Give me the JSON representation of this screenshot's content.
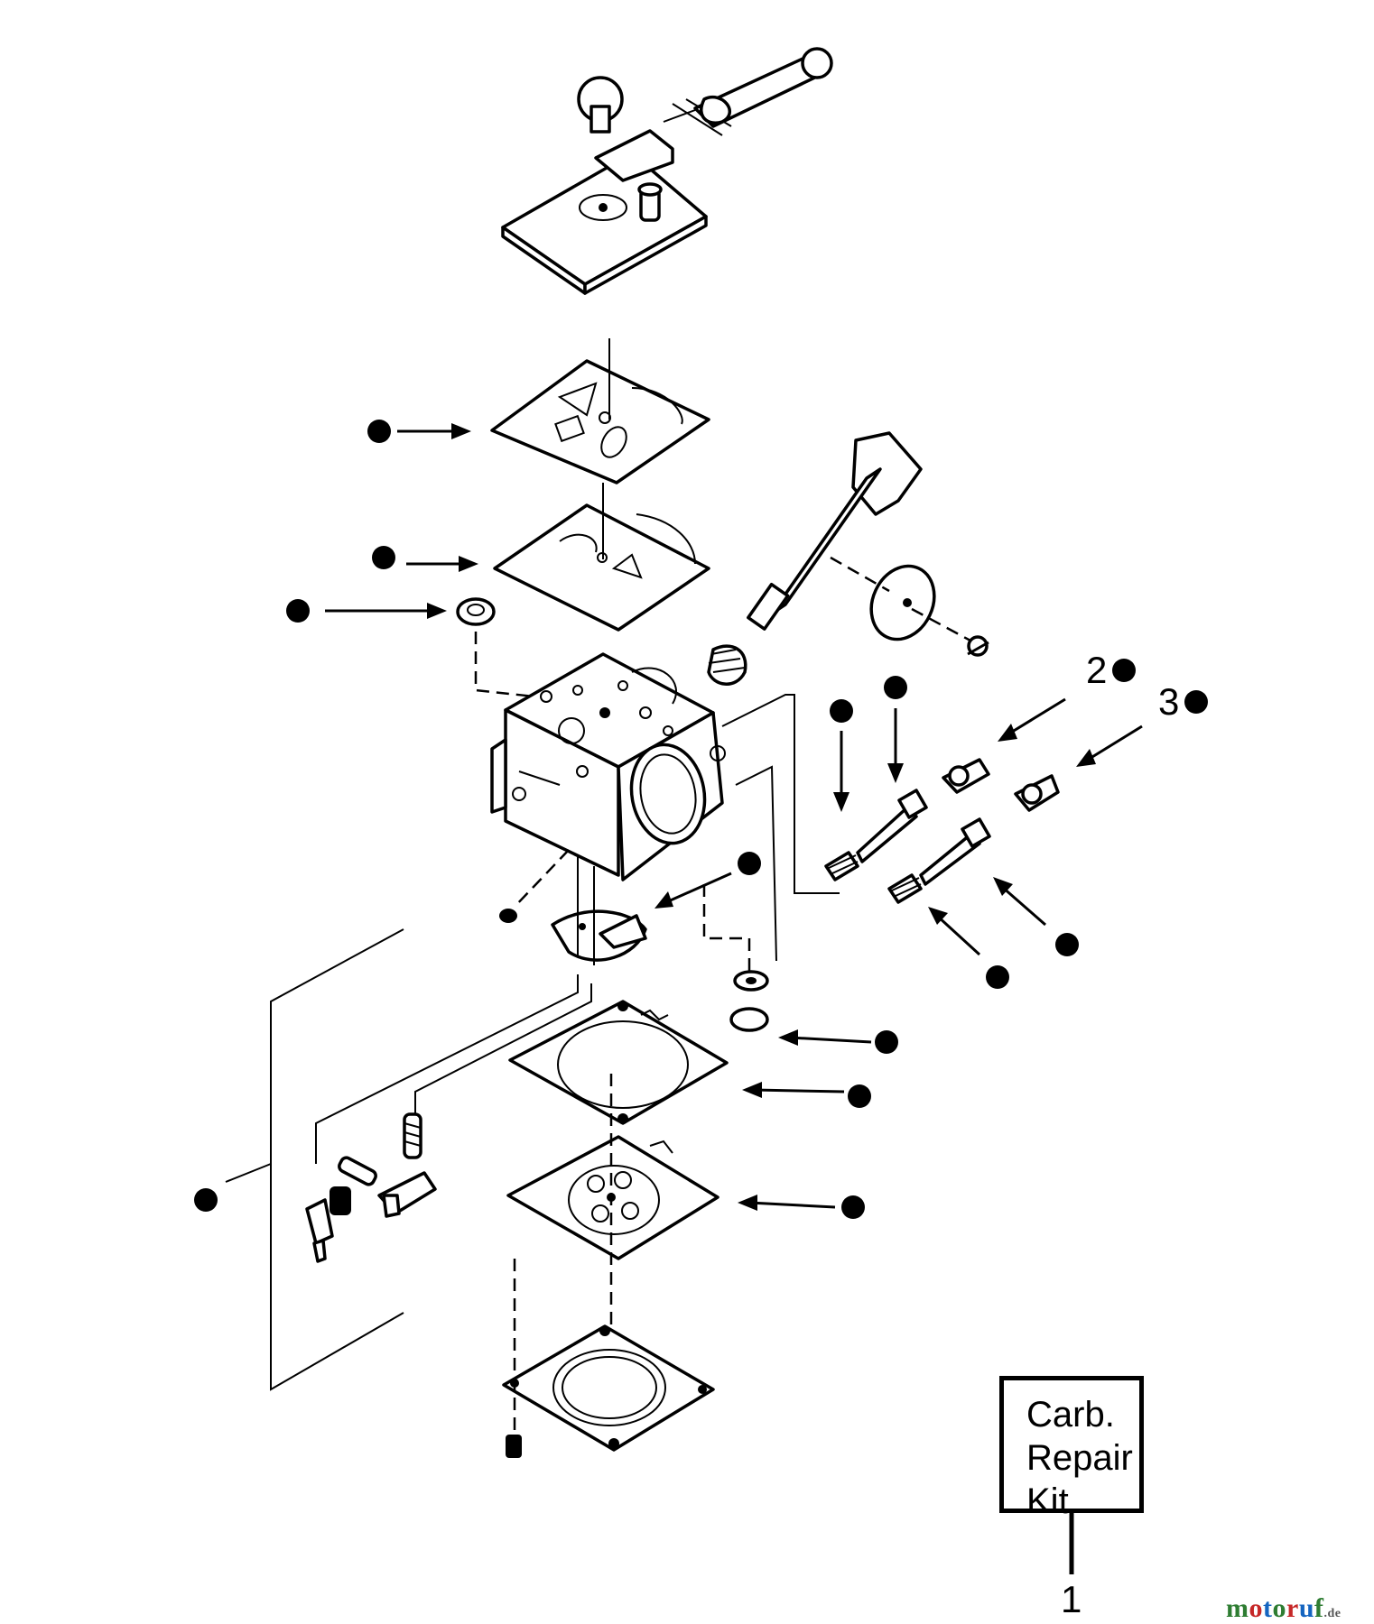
{
  "kit_label": {
    "text": "Carb.\nRepair\nKit",
    "callout_number": "1"
  },
  "callouts": {
    "item_2": "2",
    "item_3": "3"
  },
  "watermark": {
    "letters": [
      "m",
      "o",
      "t",
      "o",
      "r",
      "u",
      "f"
    ],
    "letter_colors": [
      "#2e7d32",
      "#c62828",
      "#1565c0",
      "#2e7d32",
      "#c62828",
      "#1565c0",
      "#2e7d32"
    ],
    "suffix": ".de"
  }
}
